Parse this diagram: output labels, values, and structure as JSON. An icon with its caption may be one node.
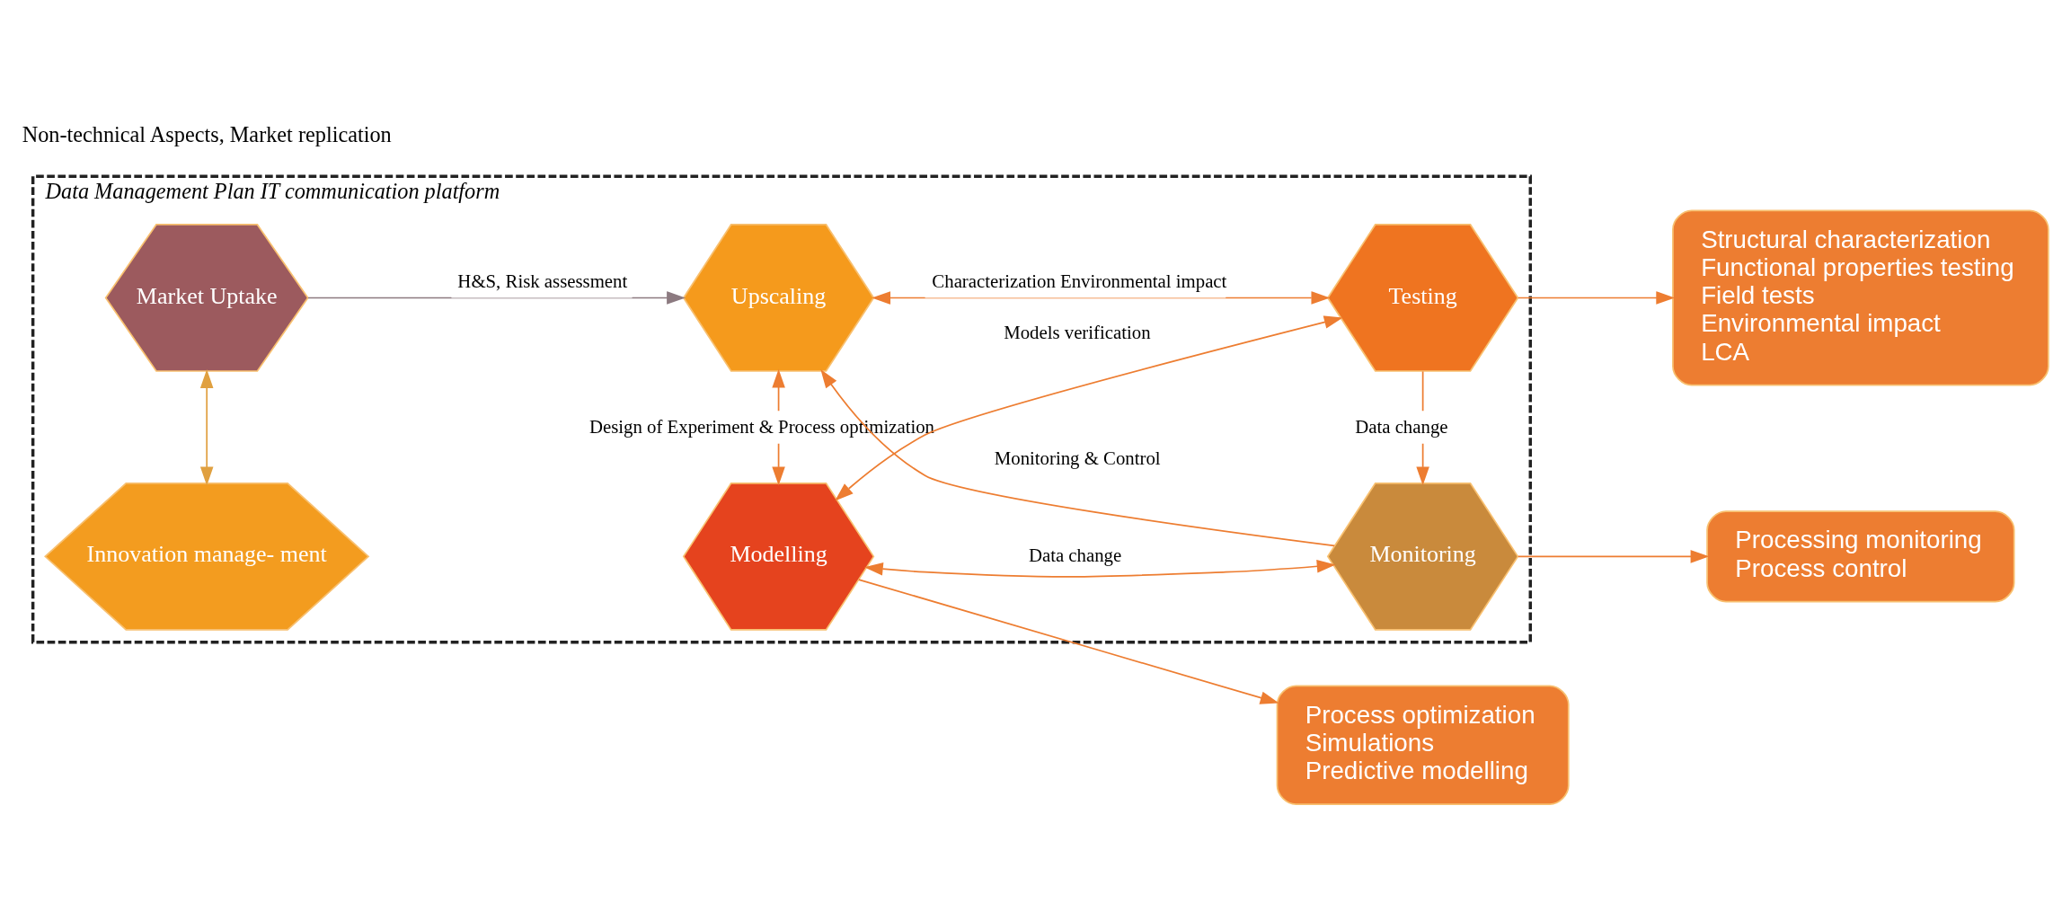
{
  "diagram": {
    "nodes": [
      {
        "text": [
          "Data Management Plan IT communication platform"
        ]
      },
      {
        "text": [
          "Innovation manage- ment"
        ],
        "in": 0
      },
      {
        "text": [
          "Market Uptake"
        ],
        "in": 0
      },
      {
        "text": [
          "Upscaling"
        ],
        "in": 0
      },
      {
        "text": [
          "Monitoring"
        ],
        "in": 0
      },
      {
        "text": [
          "Modelling"
        ],
        "in": 0
      },
      {
        "text": [
          "Testing"
        ],
        "in": 0
      },
      {
        "text": [
          "Processing monitoring",
          "Process control"
        ]
      },
      {
        "text": [
          "Structural characterization",
          "Functional properties testing",
          "Field tests",
          "Environmental impact",
          "LCA"
        ]
      },
      {
        "text": [
          "Process optimization",
          "Simulations",
          "Predictive modelling"
        ]
      }
    ],
    "edges": [
      {
        "from": 1,
        "to": 2,
        "arrow": "both",
        "color": "#e0a040"
      },
      {
        "from": 2,
        "to": 3,
        "arrow": "to",
        "label": "H&S, Risk assessment",
        "color": "#8c7a80"
      },
      {
        "from": 4,
        "to": 3,
        "arrow": "to",
        "label": "Monitoring & Control"
      },
      {
        "from": 3,
        "to": 5,
        "arrow": "both",
        "label": "Design of Experiment & Process optimization"
      },
      {
        "from": 3,
        "to": 6,
        "arrow": "both",
        "label": "Characterization Environmental impact"
      },
      {
        "from": 5,
        "to": 4,
        "arrow": "both",
        "label": "Data change"
      },
      {
        "from": 6,
        "to": 4,
        "arrow": "to",
        "label": "Data change"
      },
      {
        "from": 5,
        "to": 6,
        "arrow": "both",
        "label": "Models verification"
      },
      {
        "from": 4,
        "to": 7,
        "arrow": "to"
      },
      {
        "from": 6,
        "to": 8,
        "arrow": "to"
      },
      {
        "from": 5,
        "to": 9,
        "arrow": "to"
      }
    ],
    "labels": [
      "Non-technical Aspects, Market replication"
    ]
  }
}
